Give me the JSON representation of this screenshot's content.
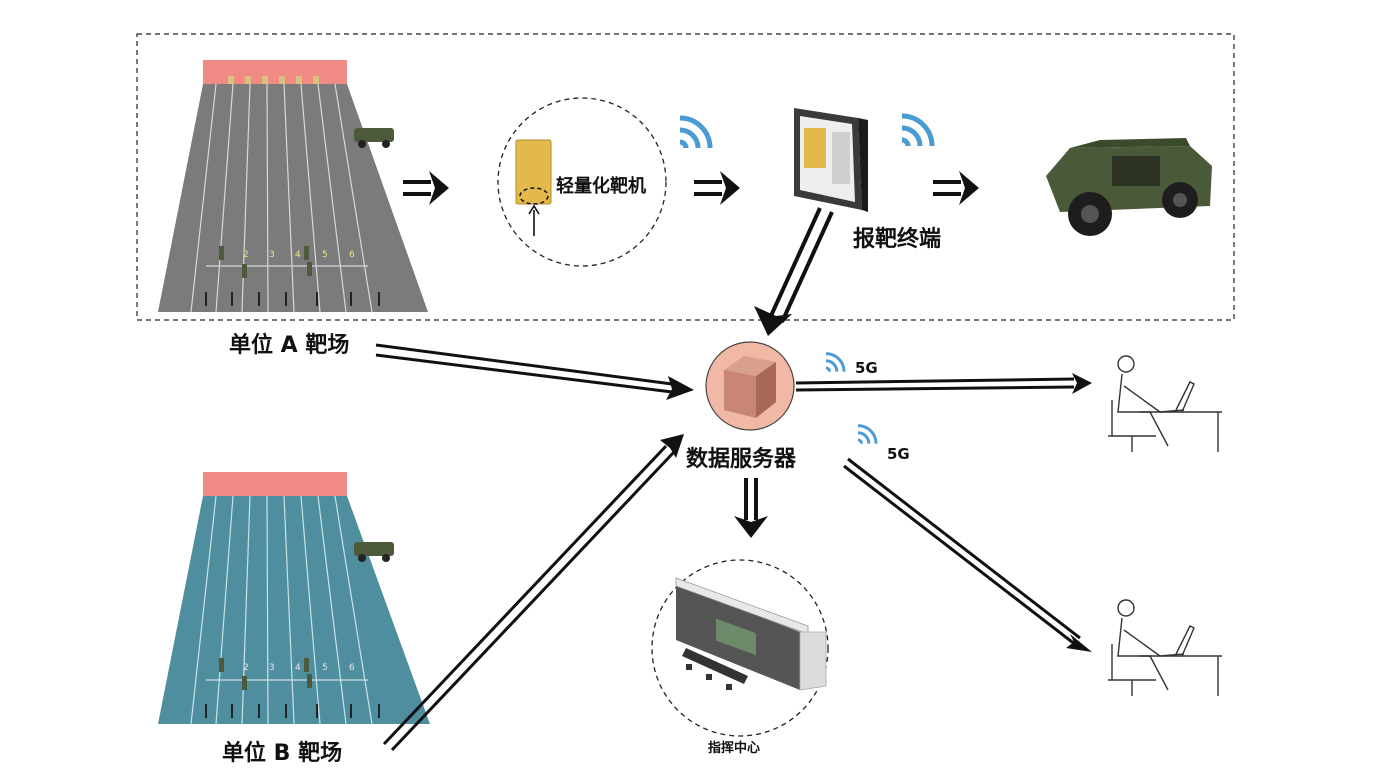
{
  "range_a": {
    "label": "单位 A 靶场",
    "lane_numbers": [
      "2",
      "3",
      "4",
      "5",
      "6"
    ]
  },
  "range_b": {
    "label": "单位 B 靶场",
    "lane_numbers": [
      "2",
      "3",
      "4",
      "5",
      "6"
    ]
  },
  "target_machine": {
    "label": "轻量化靶机"
  },
  "report_terminal": {
    "label": "报靶终端"
  },
  "data_server": {
    "label": "数据服务器"
  },
  "command_center": {
    "label": "指挥中心"
  },
  "links": {
    "upper_5g": "5G",
    "lower_5g": "5G"
  },
  "colors": {
    "range_a_floor": "#7b7b7b",
    "range_b_floor": "#4f8e9e",
    "target_wall": "#f08a84",
    "wifi": "#4a9bd3",
    "server_circle": "#f2b8a6",
    "server_box": "#c98676",
    "target_board": "#e3b94c"
  }
}
